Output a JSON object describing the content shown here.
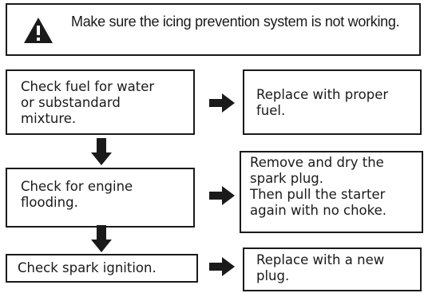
{
  "warning": {
    "icon": "warning-triangle-icon",
    "text": "Make sure the icing prevention system is not working."
  },
  "steps": [
    {
      "check": "Check fuel for water\nor substandard\n mixture.",
      "remedy": "Replace with proper\nfuel."
    },
    {
      "check": "Check for engine\nflooding.",
      "remedy": "Remove and dry the\nspark plug.\nThen pull the starter\nagain with no choke."
    },
    {
      "check": "Check spark ignition.",
      "remedy": "Replace with a new\nplug."
    }
  ],
  "icons": {
    "right_arrow": "arrow-right-icon",
    "down_arrow": "arrow-down-icon"
  }
}
